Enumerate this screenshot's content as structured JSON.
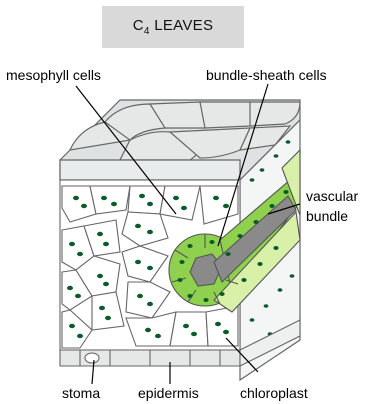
{
  "title": {
    "prefix": "C",
    "subscript": "4",
    "suffix": " LEAVES"
  },
  "labels": {
    "mesophyll": "mesophyll cells",
    "bundle_sheath": "bundle-sheath cells",
    "vascular_line1": "vascular",
    "vascular_line2": "bundle",
    "stoma": "stoma",
    "epidermis": "epidermis",
    "chloroplast": "chloroplast"
  },
  "colors": {
    "sheath_green": "#8fd14f",
    "light_green": "#d8f0a8",
    "chloroplast": "#0b5a2a",
    "vascular_gray": "#8a8a8a",
    "epidermis_gray": "#e6e8e8",
    "outline": "#555555"
  }
}
